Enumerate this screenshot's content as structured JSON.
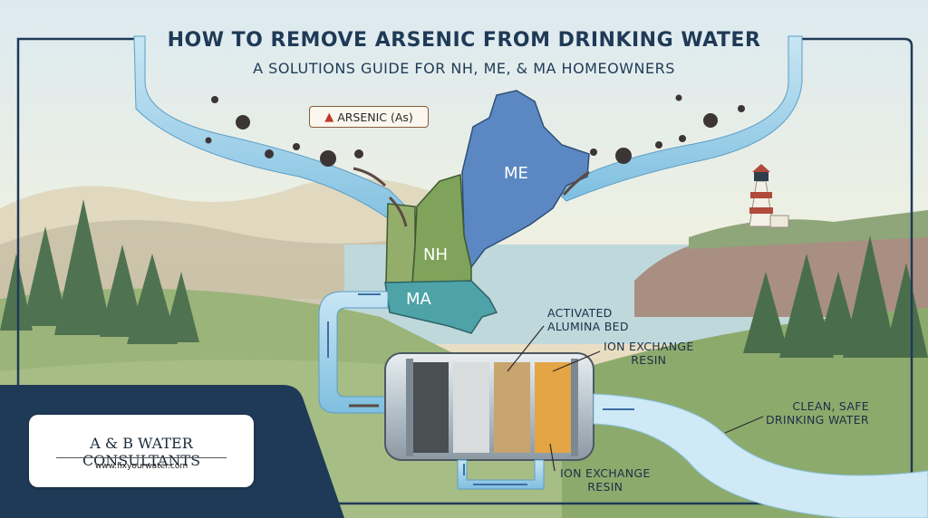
{
  "title": "HOW TO REMOVE ARSENIC FROM DRINKING WATER",
  "subtitle": "A SOLUTIONS GUIDE FOR NH, ME, & MA HOMEOWNERS",
  "arsenic_label": "ARSENIC (As)",
  "warning_icon": "warning-triangle-icon",
  "states": {
    "maine": "ME",
    "new_hampshire": "NH",
    "massachusetts": "MA"
  },
  "labels": {
    "activated_alumina": [
      "ACTIVATED",
      "ALUMINA BED"
    ],
    "ion_exchange_top": [
      "ION EXCHANGE",
      "RESIN"
    ],
    "ion_exchange_bottom": [
      "ION EXCHANGE",
      "RESIN"
    ],
    "clean_water": [
      "CLEAN, SAFE",
      "DRINKING WATER"
    ]
  },
  "brand": {
    "name": "A & B WATER CONSULTANTS",
    "url": "www.fixyourwater.com"
  },
  "colors": {
    "title": "#1f3a57",
    "frame": "#1f3a57",
    "water": "#9fd0e6",
    "maine": "#5b88c2",
    "nh": "#7fa35a",
    "ma": "#4ea3a8"
  }
}
